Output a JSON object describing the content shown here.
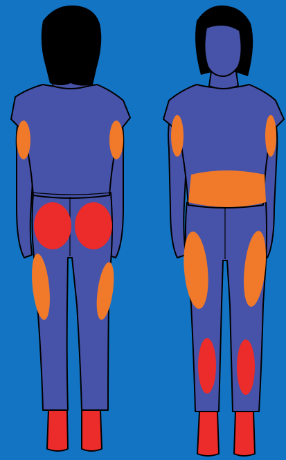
{
  "colors": {
    "background": "#1474c4",
    "body": "#4653a8",
    "hair": "#000000",
    "zone_high": "#ec2b2b",
    "zone_medium": "#f17a2a",
    "outline": "#000000"
  },
  "figures": [
    {
      "view": "back",
      "zones": [
        {
          "area": "left-upper-arm",
          "level": "medium"
        },
        {
          "area": "right-upper-arm",
          "level": "medium"
        },
        {
          "area": "left-buttock",
          "level": "high"
        },
        {
          "area": "right-buttock",
          "level": "high"
        },
        {
          "area": "left-outer-thigh",
          "level": "medium"
        },
        {
          "area": "right-outer-thigh",
          "level": "medium"
        },
        {
          "area": "left-foot",
          "level": "high"
        },
        {
          "area": "right-foot",
          "level": "high"
        }
      ]
    },
    {
      "view": "front",
      "zones": [
        {
          "area": "left-upper-arm",
          "level": "medium"
        },
        {
          "area": "right-upper-arm",
          "level": "medium"
        },
        {
          "area": "waist",
          "level": "medium"
        },
        {
          "area": "left-thigh",
          "level": "medium"
        },
        {
          "area": "right-thigh",
          "level": "medium"
        },
        {
          "area": "left-shin",
          "level": "high"
        },
        {
          "area": "right-shin",
          "level": "high"
        },
        {
          "area": "left-foot",
          "level": "high"
        },
        {
          "area": "right-foot",
          "level": "high"
        }
      ]
    }
  ]
}
